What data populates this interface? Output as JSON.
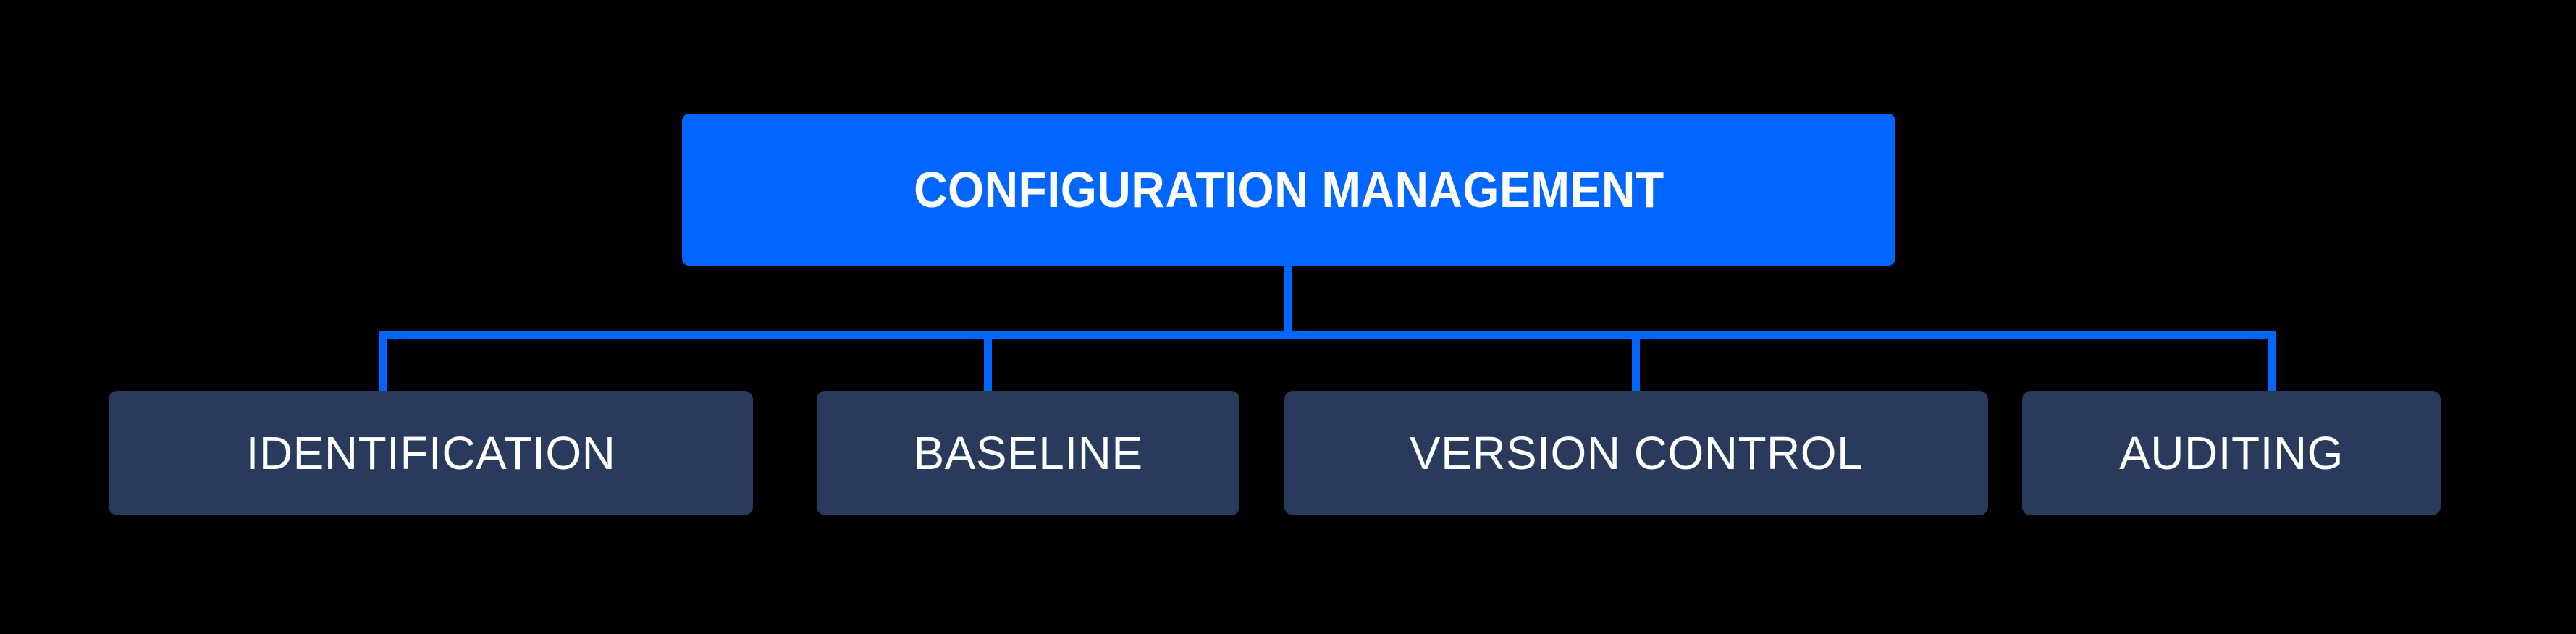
{
  "diagram": {
    "type": "hierarchy-tree",
    "title": "Configuration Management",
    "background_color": "#000000",
    "accent_color": "#0066FF",
    "node_color": "#2A3A5C",
    "text_color": "#FFFFFF",
    "root": {
      "label": "CONFIGURATION MANAGEMENT"
    },
    "children": [
      {
        "label": "IDENTIFICATION"
      },
      {
        "label": "BASELINE"
      },
      {
        "label": "VERSION CONTROL"
      },
      {
        "label": "AUDITING"
      }
    ]
  }
}
